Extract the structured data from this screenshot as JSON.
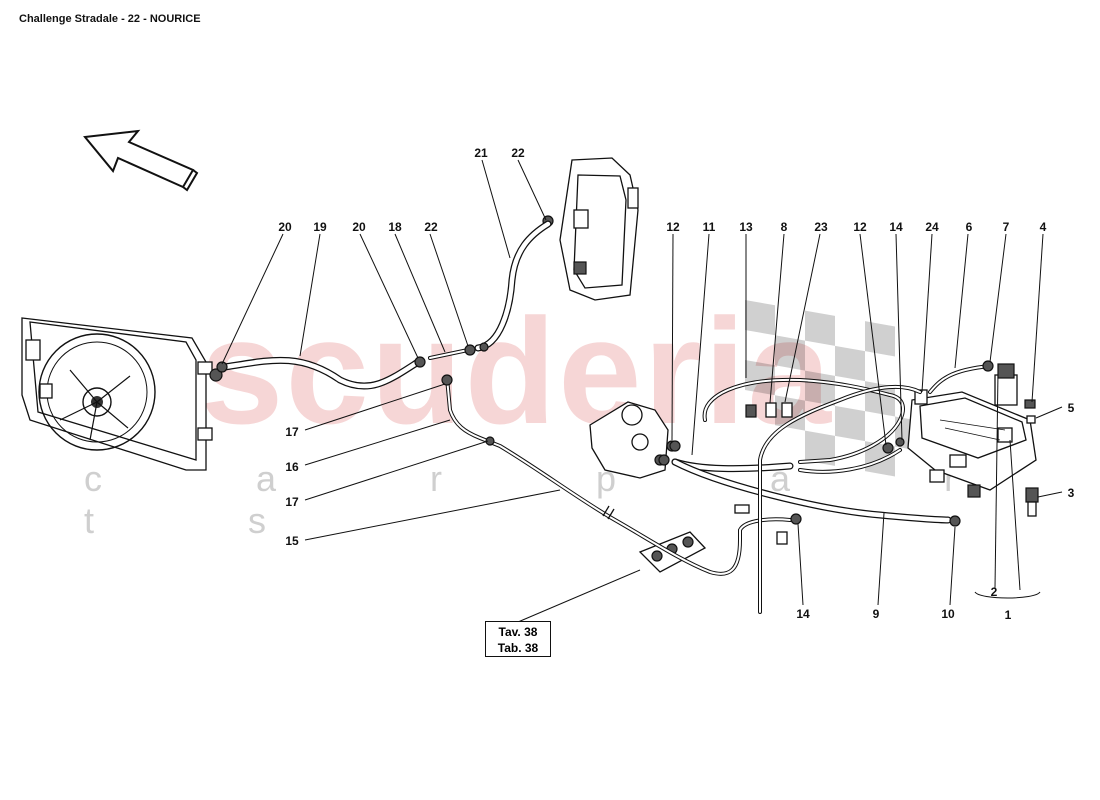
{
  "header": {
    "title": "Challenge Stradale - 22 - NOURICE"
  },
  "watermark": {
    "brand": "scuderia",
    "sub": "c a r p a r t s"
  },
  "reference": {
    "line1": "Tav. 38",
    "line2": "Tab. 38"
  },
  "callouts": {
    "c20a": "20",
    "c19": "19",
    "c20b": "20",
    "c18": "18",
    "c22a": "22",
    "c21": "21",
    "c22b": "22",
    "c12a": "12",
    "c11": "11",
    "c13": "13",
    "c8": "8",
    "c23": "23",
    "c12b": "12",
    "c14a": "14",
    "c24": "24",
    "c6": "6",
    "c7": "7",
    "c4": "4",
    "c5": "5",
    "c3": "3",
    "c17a": "17",
    "c16": "16",
    "c17b": "17",
    "c15": "15",
    "c14b": "14",
    "c9": "9",
    "c10": "10",
    "c2": "2",
    "c1": "1"
  }
}
